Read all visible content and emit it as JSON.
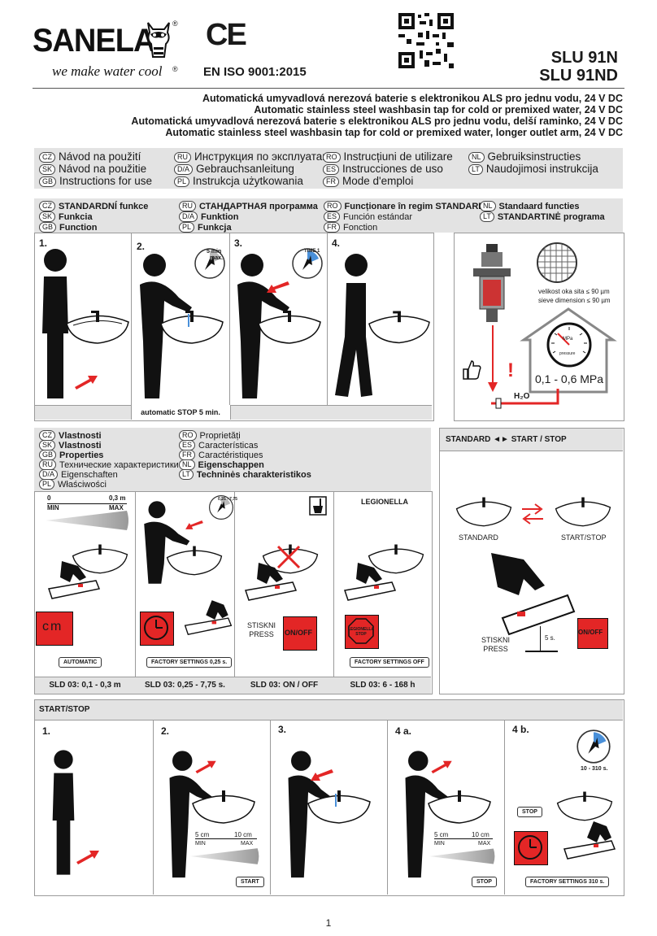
{
  "header": {
    "brand": "SANELA",
    "tagline": "we make water cool",
    "registered": "®",
    "ce_mark": "CE",
    "iso": "EN ISO 9001:2015",
    "model_1": "SLU 91N",
    "model_2": "SLU 91ND"
  },
  "descriptions": [
    "Automatická umyvadlová nerezová baterie s elektronikou ALS pro jednu vodu, 24 V DC",
    "Automatic stainless steel washbasin tap for cold or premixed water, 24 V DC",
    "Automatická umyvadlová nerezová baterie s elektronikou ALS pro jednu vodu, delší raminko, 24 V DC",
    "Automatic stainless steel washbasin tap for cold or premixed water, longer outlet arm, 24 V DC"
  ],
  "manual_titles": [
    {
      "code": "CZ",
      "text": "Návod na použití"
    },
    {
      "code": "RU",
      "text": "Инструкция по эксплуатации"
    },
    {
      "code": "RO",
      "text": "Instrucțiuni de utilizare"
    },
    {
      "code": "NL",
      "text": "Gebruiksinstructies"
    },
    {
      "code": "SK",
      "text": "Návod na použitie"
    },
    {
      "code": "D/A",
      "text": "Gebrauchsanleitung"
    },
    {
      "code": "ES",
      "text": "Instrucciones de uso"
    },
    {
      "code": "LT",
      "text": "Naudojimosi instrukcija"
    },
    {
      "code": "GB",
      "text": "Instructions for use"
    },
    {
      "code": "PL",
      "text": "Instrukcja użytkowania"
    },
    {
      "code": "FR",
      "text": "Mode d'emploi"
    }
  ],
  "function_titles": [
    {
      "code": "CZ",
      "text": "STANDARDNÍ funkce"
    },
    {
      "code": "RU",
      "text": "СТАНДАРТНАЯ программа"
    },
    {
      "code": "RO",
      "text": "Funcționare în regim STANDARD"
    },
    {
      "code": "NL",
      "text": "Standaard functies"
    },
    {
      "code": "SK",
      "text": "Funkcia"
    },
    {
      "code": "D/A",
      "text": "Funktion"
    },
    {
      "code": "ES",
      "text": "Función estándar"
    },
    {
      "code": "LT",
      "text": "STANDARTINĖ programa"
    },
    {
      "code": "GB",
      "text": "Function"
    },
    {
      "code": "PL",
      "text": "Funkcja"
    },
    {
      "code": "FR",
      "text": "Fonction"
    }
  ],
  "standard_steps": [
    "1.",
    "2.",
    "3.",
    "4."
  ],
  "timer_labels": {
    "five_min": "5 min",
    "max": "max.",
    "time": "TIME 1"
  },
  "auto_stop": "automatic STOP 5 min.",
  "filter": {
    "mesh_cz": "velikost oka sita ≤ 90 µm",
    "mesh_en": "sieve dimension ≤ 90 µm",
    "pressure": "0,1 - 0,6 MPa",
    "gauge_unit": "MPa",
    "gauge_word": "pressure",
    "water": "H₂O",
    "warning": "!"
  },
  "property_titles": [
    {
      "code": "CZ",
      "text": "Vlastnosti"
    },
    {
      "code": "RO",
      "text": "Proprietăți"
    },
    {
      "code": "SK",
      "text": "Vlastnosti"
    },
    {
      "code": "ES",
      "text": "Características"
    },
    {
      "code": "GB",
      "text": "Properties"
    },
    {
      "code": "FR",
      "text": "Caractéristiques"
    },
    {
      "code": "RU",
      "text": "Технические характеристики"
    },
    {
      "code": "NL",
      "text": "Eigenschappen"
    },
    {
      "code": "D/A",
      "text": "Eigenschaften"
    },
    {
      "code": "LT",
      "text": "Techninės charakteristikos"
    },
    {
      "code": "PL",
      "text": "Właściwości"
    }
  ],
  "properties": {
    "range_min_val": "0",
    "range_max_val": "0,3 m",
    "range_min": "MIN",
    "range_max": "MAX",
    "cm": "cm",
    "automatic": "AUTOMATIC",
    "factory_025": "FACTORY SETTINGS 0,25 s.",
    "timer_range": "0,25 - 7,75",
    "press": "STISKNI PRESS",
    "press_1": "STISKNI",
    "press_2": "PRESS",
    "on_off": "ON/OFF",
    "legionella": "LEGIONELLA",
    "legionella_stop": "LEGIONELLA STOP",
    "factory_off": "FACTORY SETTINGS OFF",
    "sld": [
      "SLD 03: 0,1 - 0,3 m",
      "SLD 03: 0,25 - 7,75 s.",
      "SLD 03: ON / OFF",
      "SLD 03: 6 - 168 h"
    ]
  },
  "standard_start": {
    "title": "STANDARD ◄► START / STOP",
    "standard": "STANDARD",
    "start_stop": "START/STOP",
    "press_1": "STISKNI",
    "press_2": "PRESS",
    "seconds": "5 s.",
    "on_off": "ON/OFF"
  },
  "start_stop": {
    "title": "START/STOP",
    "steps": [
      "1.",
      "2.",
      "3.",
      "4 a.",
      "4 b."
    ],
    "range_min_val": "5 cm",
    "range_max_val": "10 cm",
    "range_min": "MIN",
    "range_max": "MAX",
    "start": "START",
    "stop": "STOP",
    "timer": "10 - 310 s.",
    "factory_310": "FACTORY SETTINGS 310 s."
  },
  "page_number": "1"
}
